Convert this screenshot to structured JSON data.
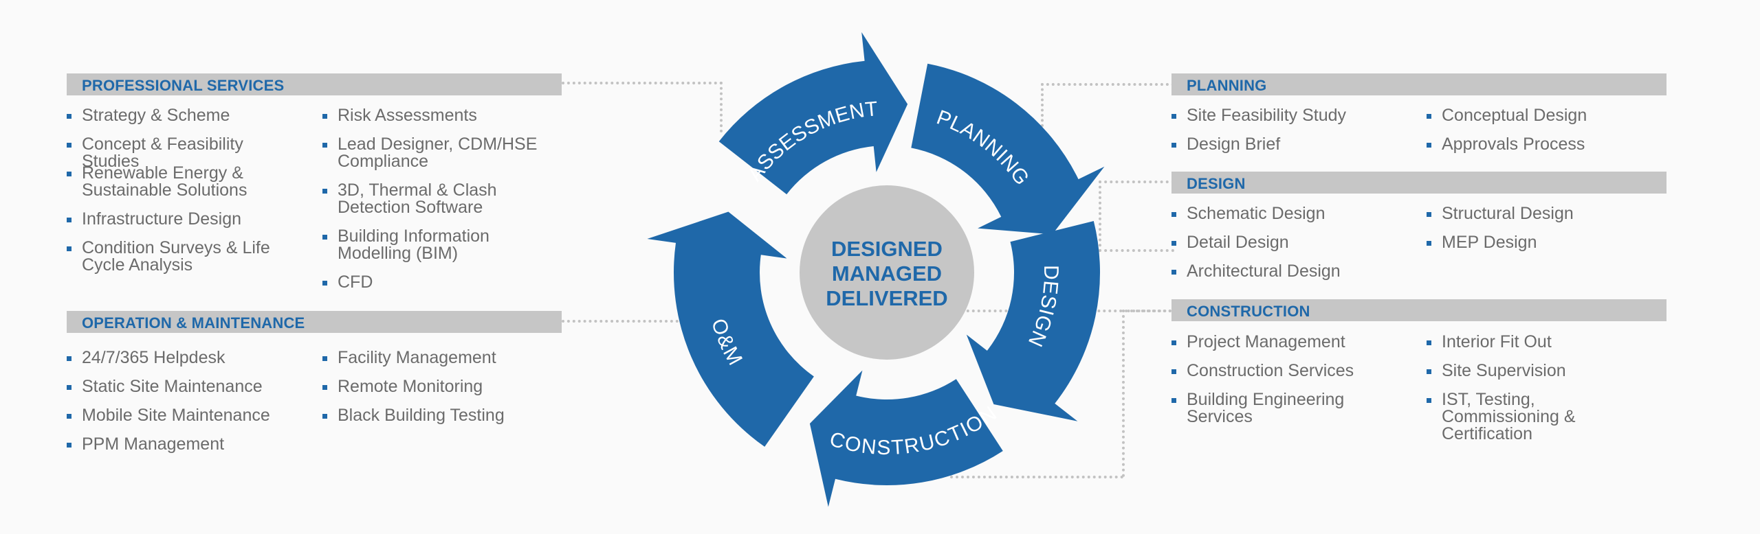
{
  "colors": {
    "accent": "#1f68a9",
    "bar": "#c6c6c6",
    "hub": "#c6c6c6",
    "text": "#6b6b6b",
    "dots": "#c2c2c2"
  },
  "cycle": {
    "center": [
      "DESIGNED",
      "MANAGED",
      "DELIVERED"
    ],
    "stages": [
      "ASSESSMENT",
      "PLANNING",
      "DESIGN",
      "CONSTRUCTION",
      "O&M"
    ]
  },
  "left": {
    "professional_services": {
      "title": "PROFESSIONAL SERVICES",
      "col1": [
        "Strategy & Scheme",
        "Concept & Feasibility Studies",
        "Renewable Energy & Sustainable Solutions",
        "Infrastructure Design",
        "Condition Surveys & Life Cycle Analysis"
      ],
      "col2": [
        "Risk Assessments",
        "Lead Designer, CDM/HSE Compliance",
        "3D, Thermal & Clash Detection Software",
        "Building Information Modelling (BIM)",
        "CFD"
      ]
    },
    "operation_maintenance": {
      "title": "OPERATION & MAINTENANCE",
      "col1": [
        "24/7/365 Helpdesk",
        "Static Site Maintenance",
        "Mobile Site Maintenance",
        "PPM Management"
      ],
      "col2": [
        "Facility Management",
        "Remote Monitoring",
        "Black Building Testing"
      ]
    }
  },
  "right": {
    "planning": {
      "title": "PLANNING",
      "col1": [
        "Site Feasibility Study",
        "Design Brief"
      ],
      "col2": [
        "Conceptual Design",
        "Approvals Process"
      ]
    },
    "design": {
      "title": "DESIGN",
      "col1": [
        "Schematic Design",
        "Detail Design",
        "Architectural Design"
      ],
      "col2": [
        "Structural Design",
        "MEP Design"
      ]
    },
    "construction": {
      "title": "CONSTRUCTION",
      "col1": [
        "Project Management",
        "Construction Services",
        "Building Engineering Services"
      ],
      "col2": [
        "Interior Fit Out",
        "Site Supervision",
        "IST, Testing, Commissioning & Certification"
      ]
    }
  }
}
